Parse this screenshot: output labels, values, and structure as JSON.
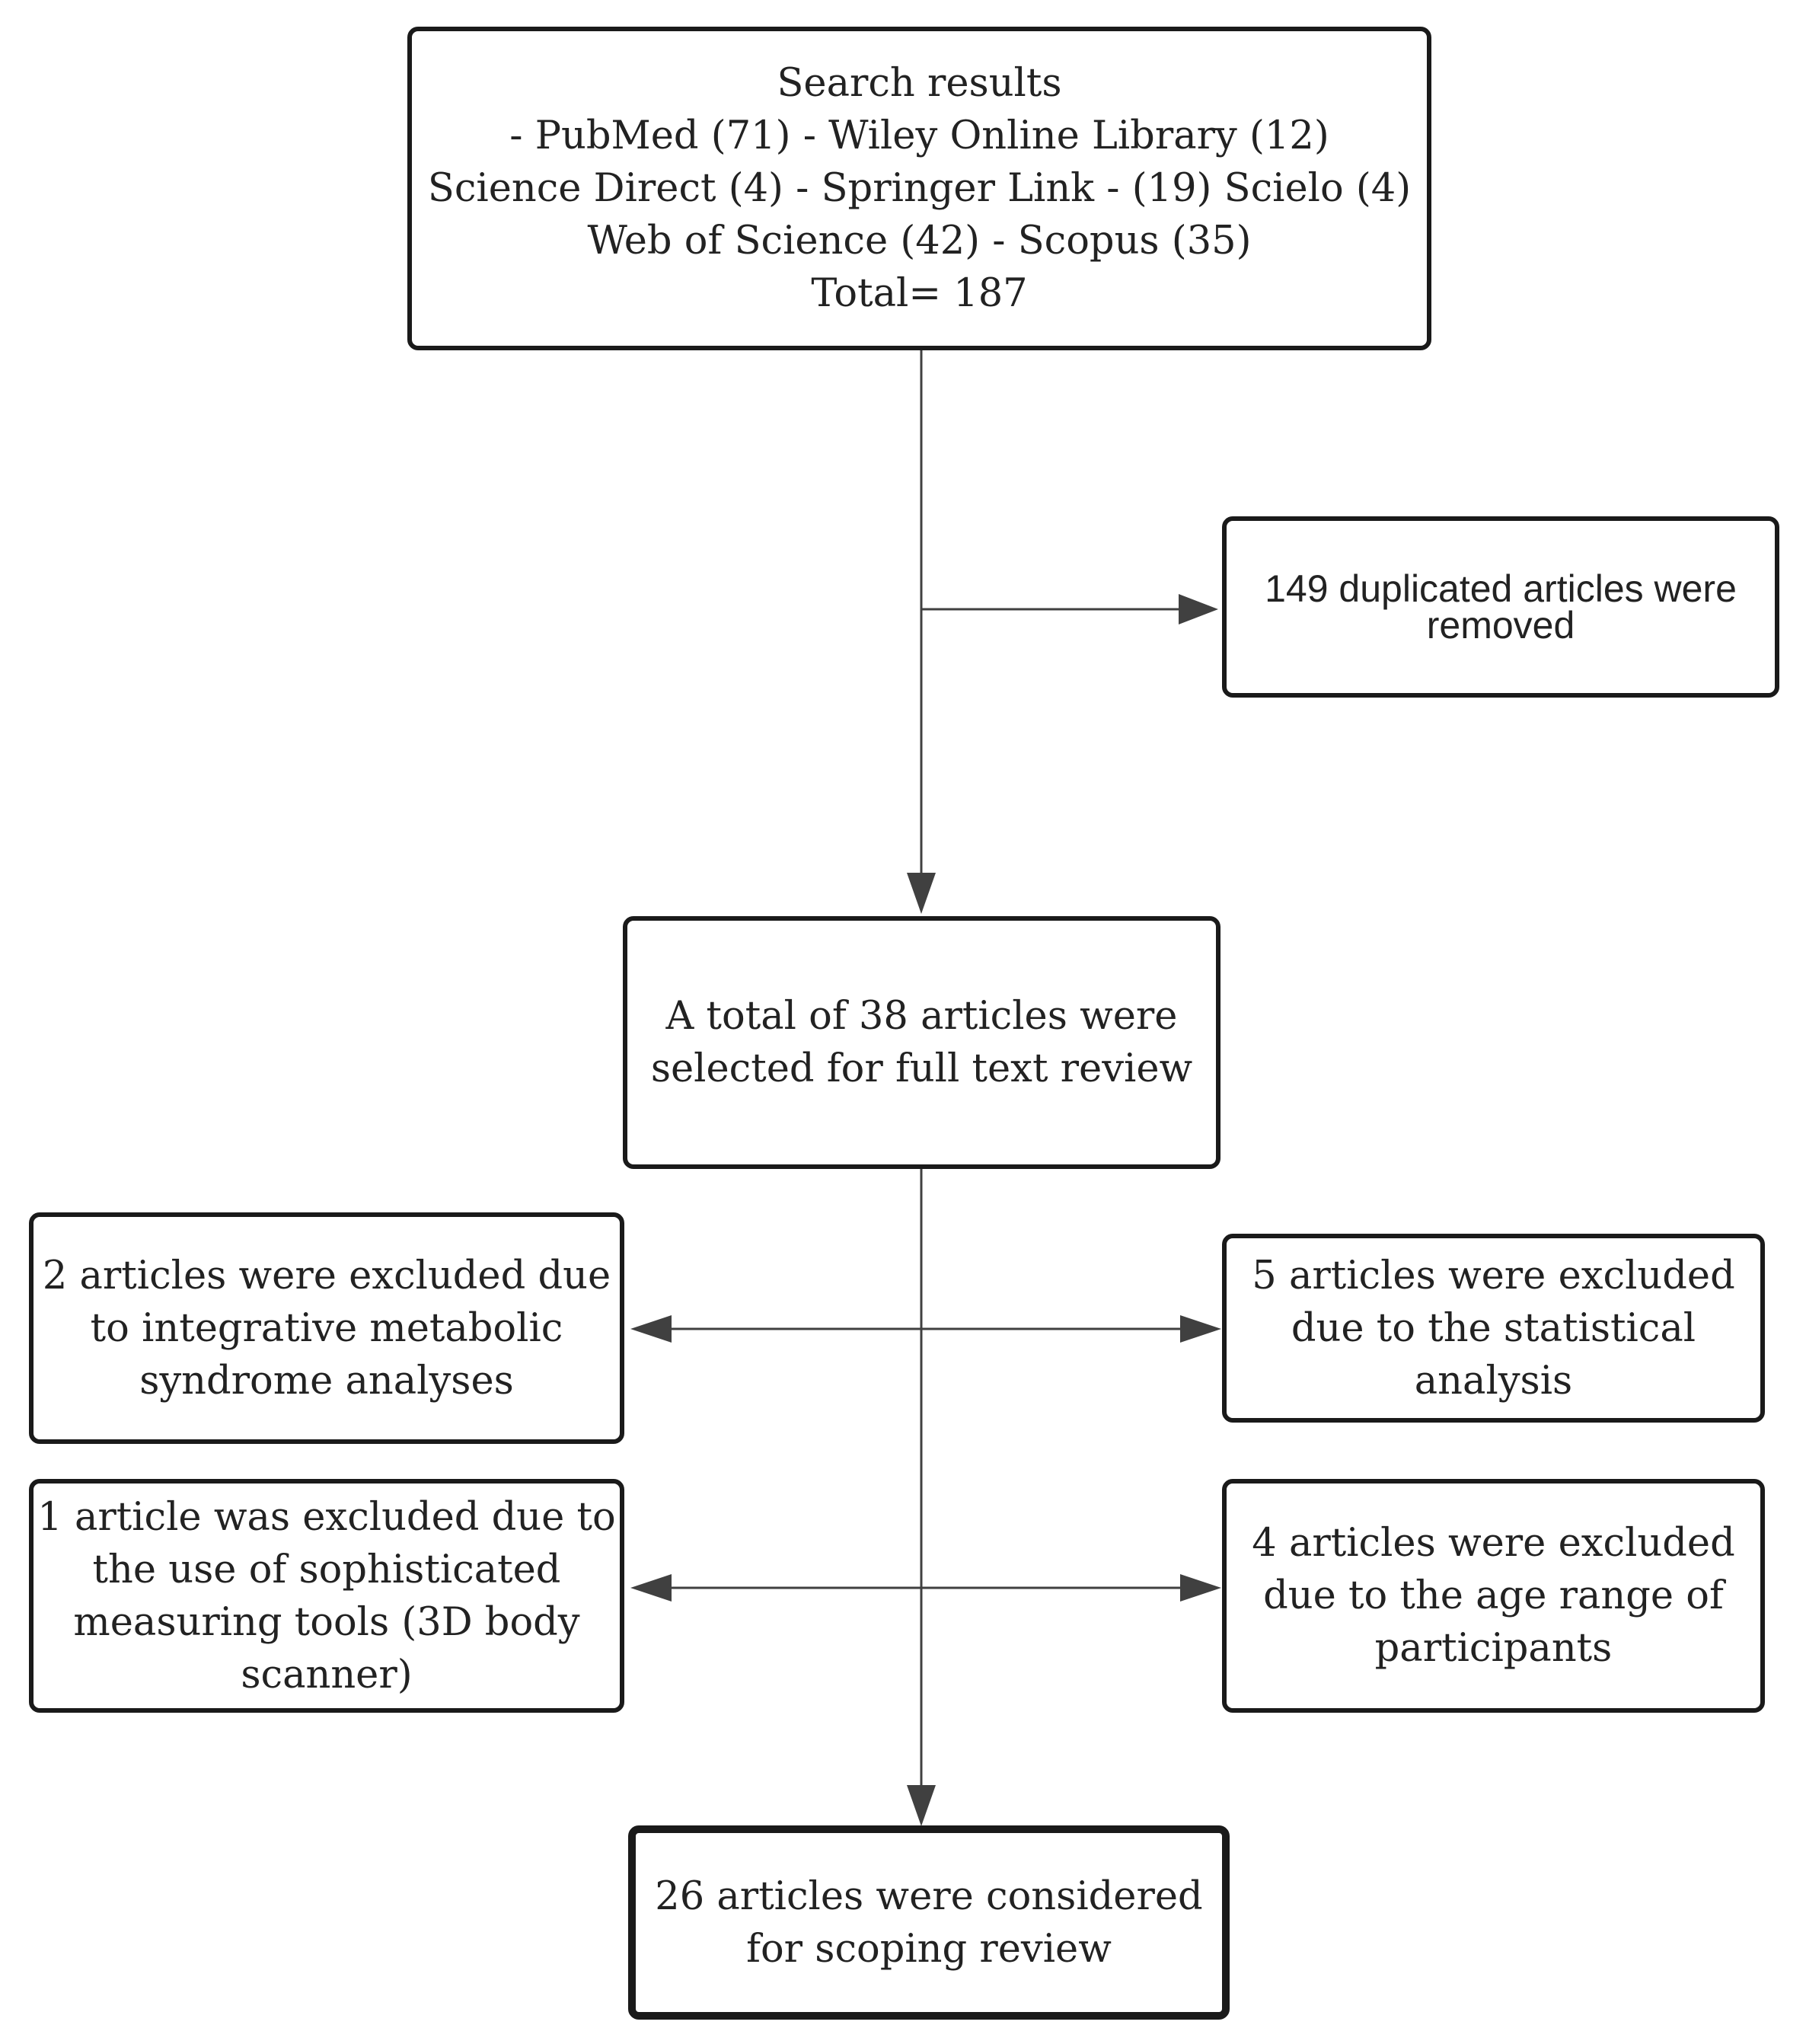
{
  "boxes": {
    "search": {
      "lines": [
        "Search results",
        "- PubMed (71) - Wiley Online Library (12)",
        "Science Direct (4) - Springer Link - (19) Scielo (4)",
        "Web of Science (42) - Scopus (35)",
        "Total= 187"
      ]
    },
    "duplicates": {
      "lines": [
        "149 duplicated articles were",
        "removed"
      ]
    },
    "fulltext": {
      "lines": [
        "A total of 38 articles were",
        "selected for full text review"
      ]
    },
    "excluded_metabolic": {
      "lines": [
        "2 articles were excluded due",
        "to integrative metabolic",
        "syndrome analyses"
      ]
    },
    "excluded_statistical": {
      "lines": [
        "5 articles were excluded",
        "due to the statistical",
        "analysis"
      ]
    },
    "excluded_tools": {
      "lines": [
        "1 article was excluded due to",
        "the use of sophisticated",
        "measuring tools (3D body",
        "scanner)"
      ]
    },
    "excluded_age": {
      "lines": [
        "4 articles were excluded",
        "due to the age range of",
        "participants"
      ]
    },
    "final": {
      "lines": [
        "26 articles were considered",
        "for scoping review"
      ]
    }
  },
  "colors": {
    "border": "#1a1a1a",
    "text": "#222222",
    "arrow": "#404040"
  }
}
